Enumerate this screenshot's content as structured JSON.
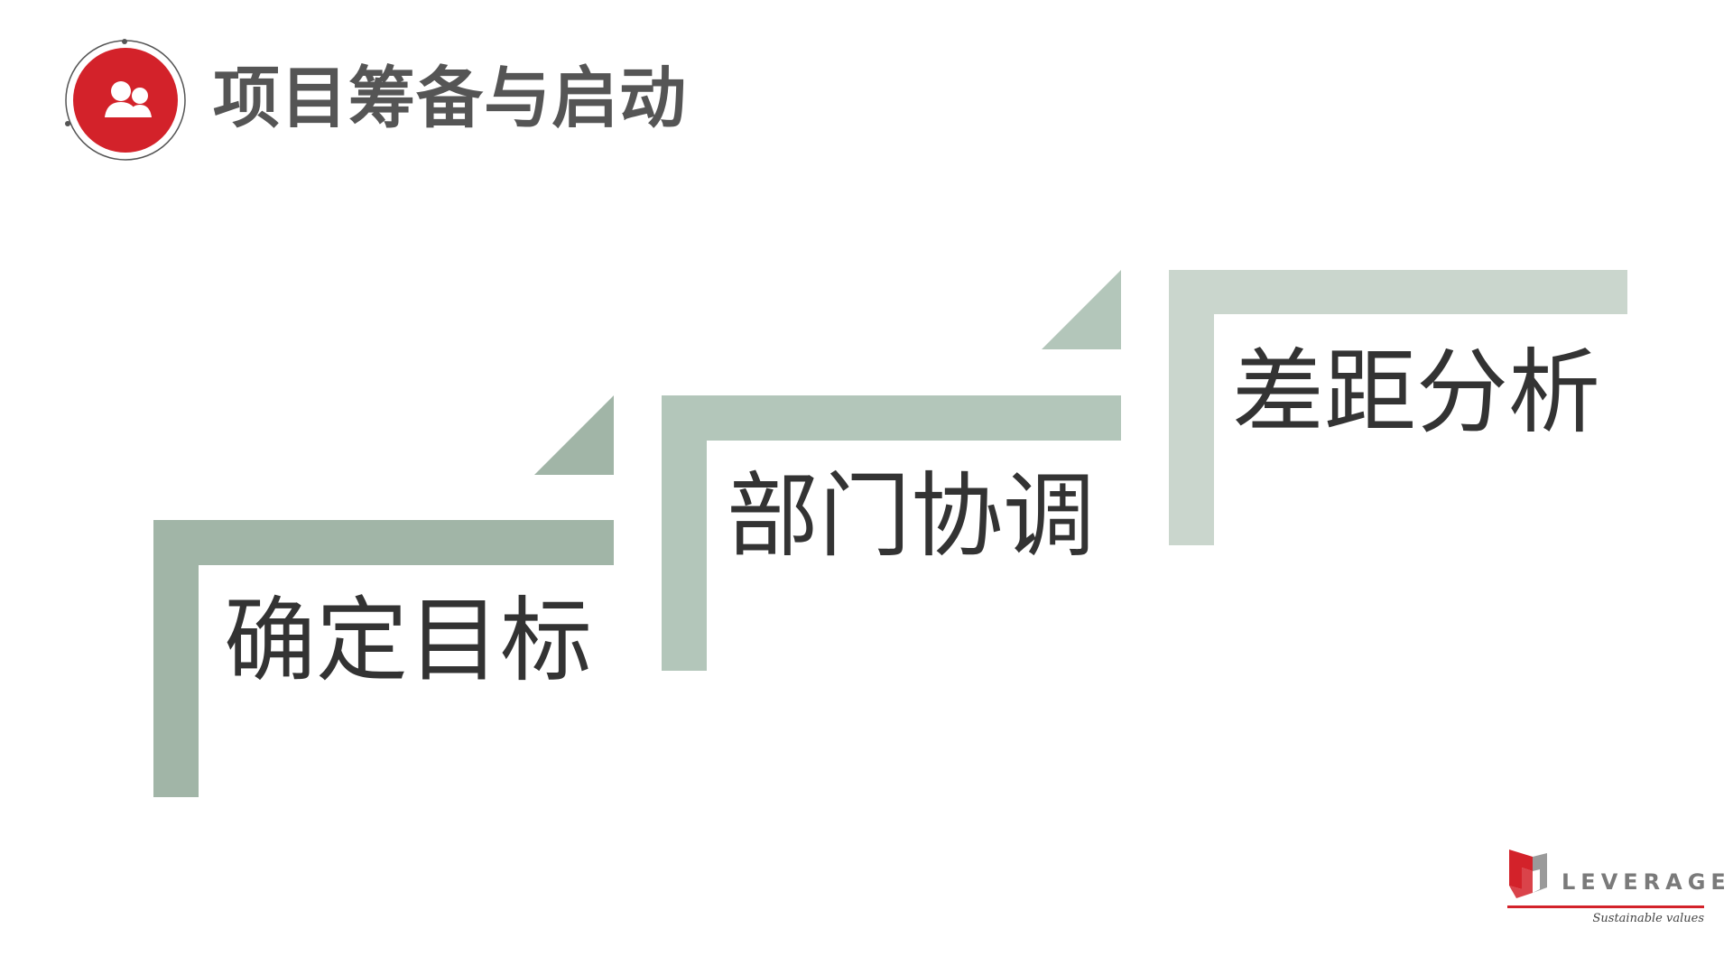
{
  "header": {
    "title": "项目筹备与启动",
    "icon": "users-icon"
  },
  "steps": [
    {
      "label": "确定目标"
    },
    {
      "label": "部门协调"
    },
    {
      "label": "差距分析"
    }
  ],
  "brand": {
    "name": "LEVERAGE",
    "tagline": "Sustainable values"
  },
  "colors": {
    "accent_red": "#d3222a",
    "step_1": "#a1b5a7",
    "step_2": "#b3c6ba",
    "step_3": "#cad6cd",
    "title_gray": "#555555"
  }
}
